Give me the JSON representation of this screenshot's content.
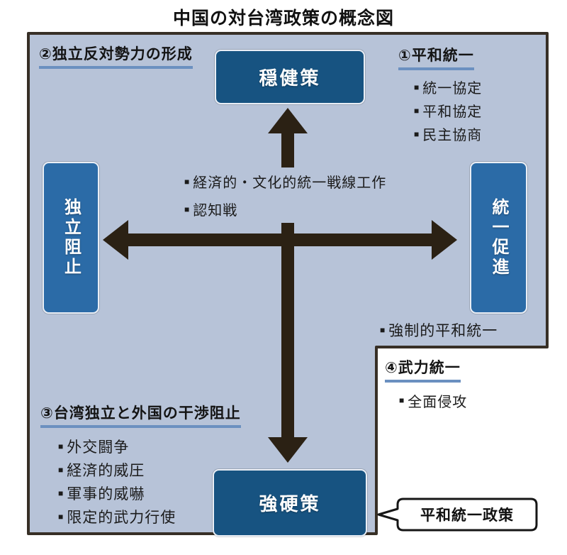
{
  "title": "中国の対台湾政策の概念図",
  "ui": {
    "bullet": "■"
  },
  "boxes": {
    "top": "穏健策",
    "bottom": "強硬策",
    "left": "独立阻止",
    "right": "統一促進"
  },
  "sections": {
    "peaceful_unification": {
      "heading": "①平和統一",
      "items": [
        "統一協定",
        "平和協定",
        "民主協商"
      ]
    },
    "anti_independence_forces": {
      "heading": "②独立反対勢力の形成"
    },
    "interference_prevention": {
      "heading": "③台湾独立と外国の干渉阻止",
      "items": [
        "外交闘争",
        "経済的威圧",
        "軍事的威嚇",
        "限定的武力行使"
      ]
    },
    "armed_unification": {
      "heading": "④武力統一",
      "items": [
        "全面侵攻"
      ]
    }
  },
  "notes": {
    "center": [
      "経済的・文化的統一戦線工作",
      "認知戦"
    ],
    "coercive": "強制的平和統一"
  },
  "callout": {
    "label": "平和統一政策"
  },
  "colors": {
    "panel_bg": "#b7c3d8",
    "panel_border": "#372f26",
    "box_dark": "#175381",
    "box_mid": "#2b6ba7",
    "arrow": "#2b2114",
    "underline": "#6b90c0"
  }
}
